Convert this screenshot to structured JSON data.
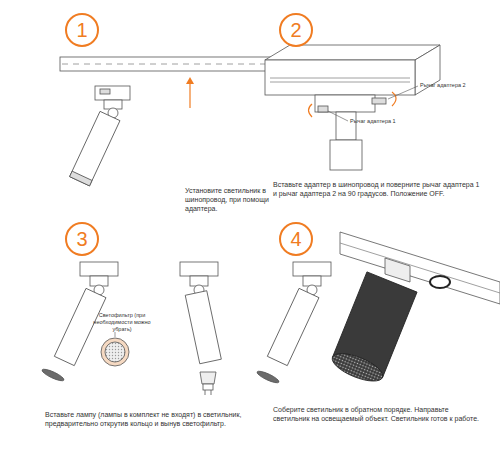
{
  "diagram": {
    "nodes": [
      {
        "text": [
          "1"
        ]
      },
      {
        "text": [
          "2"
        ]
      },
      {
        "text": [
          "3"
        ]
      },
      {
        "text": [
          "4"
        ]
      }
    ],
    "labels": [
      "Установите светильник в шинопровод, при помощи адаптера.",
      "Рычаг адаптера 2",
      "Рычаг адаптера 1",
      "Вставьте адаптер в шинопровод и поверните рычаг адаптера 1 и рычаг адаптера 2 на 90 градусов. Положение OFF.",
      "Светофильтр (при необходимости можно убрать)",
      "Вставьте лампу (лампы в комплект не входят) в светильник, предварительно открутив кольцо и вынув светофильтр.",
      "Соберите светильник в обратном порядке. Направьте светильник на освещаемый объект. Светильник готов к работе."
    ]
  }
}
